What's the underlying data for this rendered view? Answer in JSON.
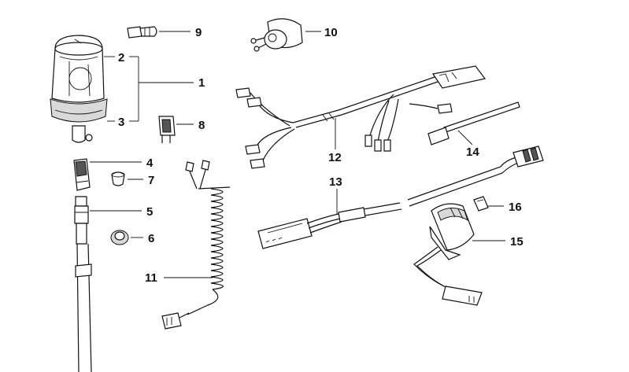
{
  "parts": [
    {
      "id": "part-1",
      "label": "1",
      "name": "rotating-beacon-assembly"
    },
    {
      "id": "part-2",
      "label": "2",
      "name": "beacon-dome"
    },
    {
      "id": "part-3",
      "label": "3",
      "name": "beacon-base"
    },
    {
      "id": "part-4",
      "label": "4",
      "name": "mounting-adapter"
    },
    {
      "id": "part-5",
      "label": "5",
      "name": "mounting-pole"
    },
    {
      "id": "part-6",
      "label": "6",
      "name": "rubber-grommet"
    },
    {
      "id": "part-7",
      "label": "7",
      "name": "cap-plug"
    },
    {
      "id": "part-8",
      "label": "8",
      "name": "bulb-socket"
    },
    {
      "id": "part-9",
      "label": "9",
      "name": "bulb"
    },
    {
      "id": "part-10",
      "label": "10",
      "name": "lamp-holder"
    },
    {
      "id": "part-11",
      "label": "11",
      "name": "coiled-cable"
    },
    {
      "id": "part-12",
      "label": "12",
      "name": "wiring-harness"
    },
    {
      "id": "part-13",
      "label": "13",
      "name": "connecting-cable"
    },
    {
      "id": "part-14",
      "label": "14",
      "name": "cable-tie"
    },
    {
      "id": "part-15",
      "label": "15",
      "name": "switch"
    },
    {
      "id": "part-16",
      "label": "16",
      "name": "switch-symbol-cap"
    }
  ]
}
